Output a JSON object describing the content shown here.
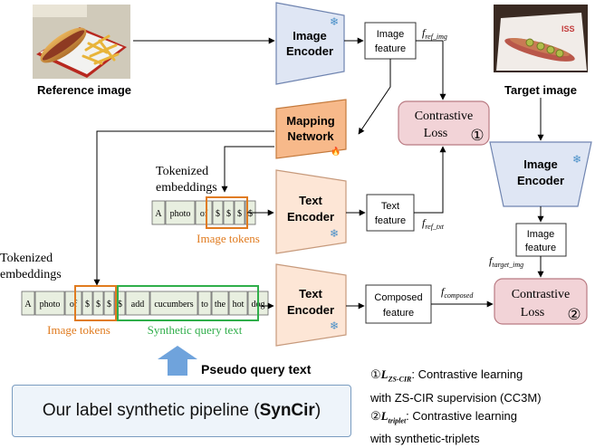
{
  "colors": {
    "encoder_blue": "#dfe6f4",
    "encoder_blue_stroke": "#6f84b0",
    "text_encoder_fill": "#fde6d6",
    "text_encoder_stroke": "#c79a7c",
    "mapping_fill": "#f7b98a",
    "loss_fill": "#f2d3d7",
    "loss_stroke": "#b97a82",
    "token_fill": "#e8efe0",
    "image_token_outline": "#e07b1f",
    "synthetic_outline": "#2fae4a",
    "image_tokens_label": "#e07b1f",
    "synthetic_label": "#2fae4a",
    "pseudo_arrow": "#6fa3dc"
  },
  "labels": {
    "reference_image": "Reference image",
    "target_image": "Target image",
    "image_encoder_top_l1": "Image",
    "image_encoder_top_l2": "Encoder",
    "image_encoder_right_l1": "Image",
    "image_encoder_right_l2": "Encoder",
    "mapping_l1": "Mapping",
    "mapping_l2": "Network",
    "text_encoder_mid_l1": "Text",
    "text_encoder_mid_l2": "Encoder",
    "text_encoder_bot_l1": "Text",
    "text_encoder_bot_l2": "Encoder",
    "image_feature_top_l1": "Image",
    "image_feature_top_l2": "feature",
    "text_feature_l1": "Text",
    "text_feature_l2": "feature",
    "image_feature_right_l1": "Image",
    "image_feature_right_l2": "feature",
    "composed_l1": "Composed",
    "composed_l2": "feature",
    "loss1_l1": "Contrastive",
    "loss1_l2": "Loss",
    "loss1_num": "①",
    "loss2_l1": "Contrastive",
    "loss2_l2": "Loss",
    "loss2_num": "②",
    "f_ref_img": "f",
    "f_ref_img_sub": "ref_img",
    "f_ref_txt": "f",
    "f_ref_txt_sub": "ref_txt",
    "f_target_img": "f",
    "f_target_img_sub": "target_img",
    "f_composed": "f",
    "f_composed_sub": "composed",
    "tokenized_mid_l1": "Tokenized",
    "tokenized_mid_l2": "embeddings",
    "tokenized_bot_l1": "Tokenized",
    "tokenized_bot_l2": "embeddings",
    "image_tokens_mid": "Image tokens",
    "image_tokens_bot": "Image tokens",
    "synthetic_query_text": "Synthetic query text",
    "pseudo_query_text": "Pseudo query text",
    "pipeline_text_pre": "Our label synthetic pipeline (",
    "pipeline_text_bold": "SynCir",
    "pipeline_text_post": ")"
  },
  "tokens_mid": [
    "A",
    "photo",
    "of",
    "$",
    "$",
    "$",
    "$"
  ],
  "tokens_bot": [
    "A",
    "photo",
    "of",
    "$",
    "$",
    "$",
    "$",
    "add",
    "cucumbers",
    "to",
    "the",
    "hot",
    "dog"
  ],
  "legend": {
    "item1_num": "①",
    "item1_L": "L",
    "item1_sub": "ZS-CIR",
    "item1_text": ": Contrastive learning",
    "item1_text2": "with ZS-CIR supervision (CC3M)",
    "item2_num": "②",
    "item2_L": "L",
    "item2_sub": "triplet",
    "item2_text": ": Contrastive learning",
    "item2_text2": "with synthetic-triplets"
  }
}
